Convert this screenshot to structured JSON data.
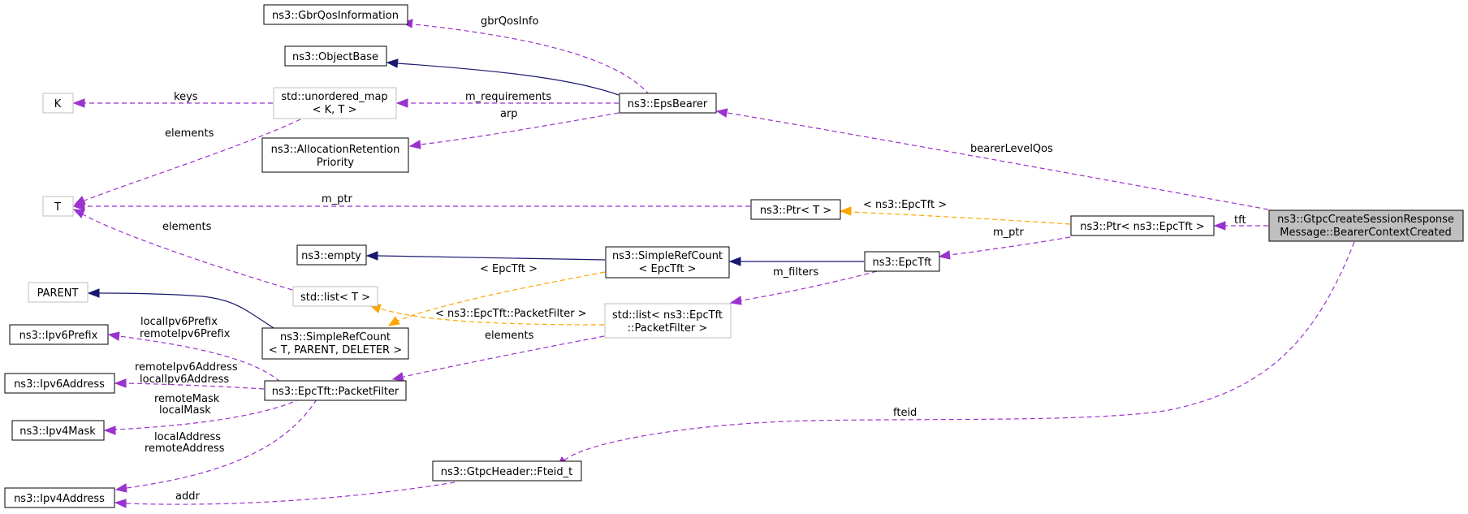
{
  "nodes": {
    "gbrqos": "ns3::GbrQosInformation",
    "objectbase": "ns3::ObjectBase",
    "k": "K",
    "umap_l1": "std::unordered_map",
    "umap_l2": "< K, T >",
    "epsbearer": "ns3::EpsBearer",
    "arp_l1": "ns3::AllocationRetention",
    "arp_l2": "Priority",
    "t": "T",
    "ptrt": "ns3::Ptr< T >",
    "ptrepctft": "ns3::Ptr< ns3::EpcTft >",
    "focus_l1": "ns3::GtpcCreateSessionResponse",
    "focus_l2": "Message::BearerContextCreated",
    "empty": "ns3::empty",
    "src_l1": "ns3::SimpleRefCount",
    "src_l2": "< EpcTft >",
    "epctft": "ns3::EpcTft",
    "parent": "PARENT",
    "listt": "std::list< T >",
    "listpf_l1": "std::list< ns3::EpcTft",
    "listpf_l2": "::PacketFilter >",
    "ipv6prefix": "ns3::Ipv6Prefix",
    "srcg_l1": "ns3::SimpleRefCount",
    "srcg_l2": "< T, PARENT, DELETER >",
    "ipv6address": "ns3::Ipv6Address",
    "packetfilter": "ns3::EpcTft::PacketFilter",
    "ipv4mask": "ns3::Ipv4Mask",
    "fteid": "ns3::GtpcHeader::Fteid_t",
    "ipv4address": "ns3::Ipv4Address"
  },
  "edge_labels": {
    "gbrQosInfo": "gbrQosInfo",
    "keys": "keys",
    "m_requirements": "m_requirements",
    "arp": "arp",
    "elements_t": "elements",
    "bearerLevelQos": "bearerLevelQos",
    "m_ptr_t": "m_ptr",
    "ns3_epctft_tmpl": "< ns3::EpcTft >",
    "tft": "tft",
    "m_ptr_epctft": "m_ptr",
    "elements_list": "elements",
    "epctft_tmpl": "< EpcTft >",
    "m_filters": "m_filters",
    "packetfilter_tmpl": "< ns3::EpcTft::PacketFilter >",
    "elements_pf": "elements",
    "localIpv6Prefix": "localIpv6Prefix",
    "remoteIpv6Prefix": "remoteIpv6Prefix",
    "remoteIpv6Address": "remoteIpv6Address",
    "localIpv6Address": "localIpv6Address",
    "remoteMask": "remoteMask",
    "localMask": "localMask",
    "localAddress": "localAddress",
    "remoteAddress": "remoteAddress",
    "fteid": "fteid",
    "addr": "addr"
  },
  "colors": {
    "usage": "#9a32cd",
    "inheritance": "#191970",
    "template": "#ffa500",
    "focus_fill": "#bfbfbf",
    "template_border": "#bfbfbf"
  }
}
